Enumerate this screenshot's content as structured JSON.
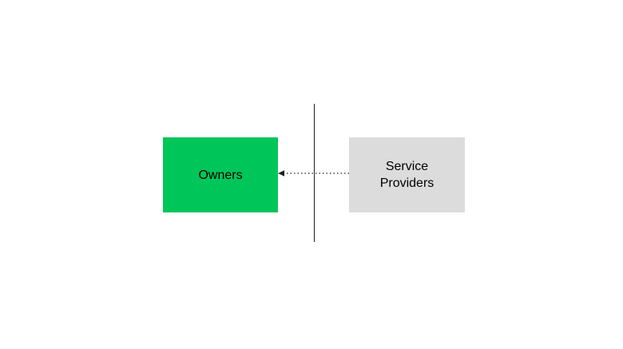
{
  "diagram": {
    "nodes": {
      "owners": {
        "label": "Owners"
      },
      "service_providers": {
        "label": "Service Providers"
      }
    },
    "edges": [
      {
        "from": "service_providers",
        "to": "owners",
        "line_style": "dotted",
        "arrow_direction": "left"
      }
    ],
    "colors": {
      "owners_fill": "#00c65a",
      "service_providers_fill": "#dcdcdc",
      "divider_line": "#1f1f1f",
      "edge_stroke": "#1f1f1f",
      "text": "#000000",
      "background": "#ffffff"
    }
  }
}
